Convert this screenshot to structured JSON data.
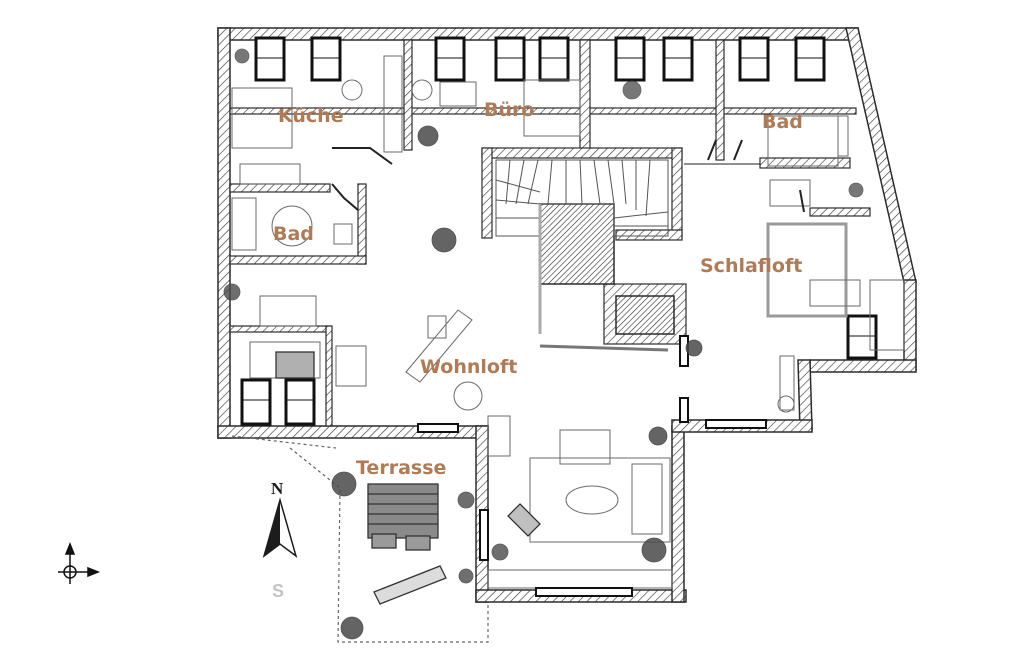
{
  "floor_plan": {
    "rooms": {
      "kueche": "Küche",
      "buero": "Büro",
      "bad_top_right": "Bad",
      "bad_left": "Bad",
      "schlafloft": "Schlafloft",
      "wohnloft": "Wohnloft",
      "terrasse": "Terrasse"
    },
    "compass": {
      "north": "N",
      "south": "S"
    },
    "colors": {
      "wall": "#2b2b2b",
      "hatch": "#3a3a3a",
      "label": "#b07a55",
      "furniture": "#555555",
      "furniture_light": "#8c8c8c",
      "plant": "#4a4a4a"
    }
  }
}
